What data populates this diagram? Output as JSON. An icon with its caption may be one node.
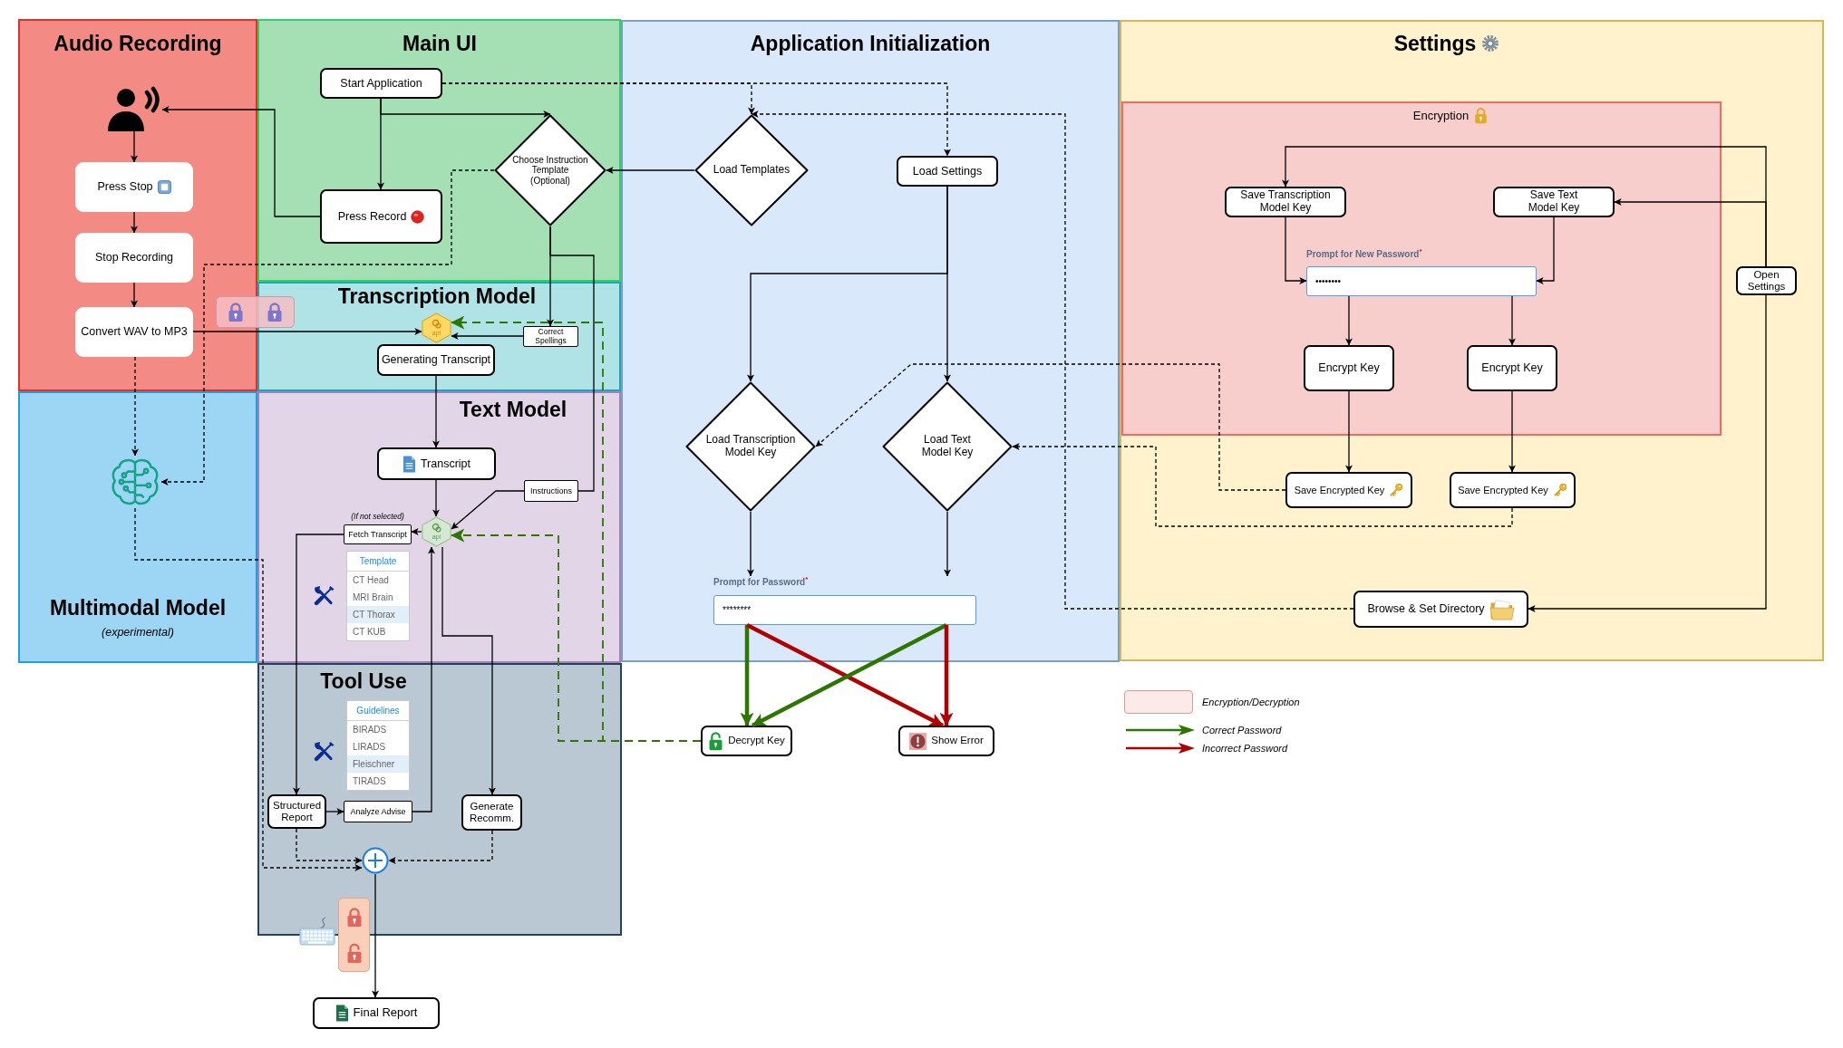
{
  "diagram": {
    "nodes": [
      {
        "text": [
          "Audio Recording"
        ]
      },
      {
        "text": [],
        "shape": "person",
        "in": 0
      },
      {
        "text": [
          "Press Stop"
        ],
        "in": 0
      },
      {
        "text": [
          "Stop Recording"
        ],
        "in": 0
      },
      {
        "text": [
          "Convert WAV to MP3"
        ],
        "in": 0
      },
      {
        "text": [
          "Main UI"
        ]
      },
      {
        "text": [
          "Start Application"
        ],
        "in": 5
      },
      {
        "text": [
          "Press Record"
        ],
        "in": 5
      },
      {
        "text": [
          "Choose Instruction Template (Optional)"
        ],
        "in": 5
      },
      {
        "text": [
          "Transcription Model"
        ]
      },
      {
        "text": [
          "api"
        ],
        "in": 9
      },
      {
        "text": [
          "Correct Spellings"
        ],
        "in": 9
      },
      {
        "text": [
          "Generating Transcript"
        ],
        "in": 9
      },
      {
        "text": [
          "Multimodal Model",
          "(experimental)"
        ]
      },
      {
        "text": [],
        "shape": "picture",
        "in": 13
      },
      {
        "text": [
          "Text Model"
        ]
      },
      {
        "text": [
          "Transcript"
        ],
        "in": 15
      },
      {
        "text": [
          "Instructions"
        ],
        "in": 15
      },
      {
        "text": [
          "Fetch Transcript"
        ],
        "beside": [
          "(If not selected)"
        ],
        "in": 15
      },
      {
        "text": [
          "api"
        ],
        "in": 15
      },
      {
        "text": [
          "Template",
          "CT Head",
          "MRI Brain",
          "CT Thorax",
          "CT KUB"
        ],
        "in": 15
      },
      {
        "text": [
          "Tool Use"
        ]
      },
      {
        "text": [
          "Guidelines",
          "BIRADS",
          "LIRADS",
          "Fleischner",
          "TIRADS"
        ],
        "in": 21
      },
      {
        "text": [
          "Structured Report"
        ],
        "in": 21
      },
      {
        "text": [
          "Analyze Advise"
        ],
        "in": 21
      },
      {
        "text": [
          "Generate Recomm."
        ],
        "in": 21
      },
      {
        "text": [],
        "shape": "circle",
        "in": 21
      },
      {
        "text": [
          "Final Report"
        ]
      },
      {
        "text": [
          "Application Initialization"
        ]
      },
      {
        "text": [
          "Load Templates"
        ],
        "in": 28
      },
      {
        "text": [
          "Load Settings"
        ],
        "in": 28
      },
      {
        "text": [
          "Load Transcription Model Key"
        ],
        "in": 28
      },
      {
        "text": [
          "Load Text Model Key"
        ],
        "in": 28
      },
      {
        "text": [
          "Prompt for Password$^{*}$",
          "********"
        ],
        "in": 28
      },
      {
        "text": [
          "Decrypt Key"
        ]
      },
      {
        "text": [
          "Show Error"
        ]
      },
      {
        "text": [
          "Settings"
        ]
      },
      {
        "text": [
          "Encryption"
        ],
        "in": 36
      },
      {
        "text": [
          "Save Transcription Model Key"
        ],
        "in": 37
      },
      {
        "text": [
          "Save Text Model Key"
        ],
        "in": 37
      },
      {
        "text": [
          "Prompt for New Password$^{*}$",
          "••••••••"
        ],
        "in": 37
      },
      {
        "text": [
          "Encrypt Key"
        ],
        "in": 37
      },
      {
        "text": [
          "Encrypt Key"
        ],
        "in": 37
      },
      {
        "text": [
          "Open Settings"
        ],
        "in": 36
      },
      {
        "text": [
          "Save Encrypted Key"
        ],
        "in": 36
      },
      {
        "text": [
          "Save Encrypted Key"
        ],
        "in": 36
      },
      {
        "text": [
          "Browse & Set Directory"
        ],
        "in": 36
      }
    ],
    "edges": [
      {
        "from": 6,
        "to": 7,
        "arrow": "to"
      },
      {
        "from": 6,
        "to": 8,
        "arrow": "to"
      },
      {
        "from": 6,
        "to": 29,
        "arrow": "to",
        "style": "dashed"
      },
      {
        "from": 6,
        "to": 30,
        "arrow": "to",
        "style": "dashed"
      },
      {
        "from": 7,
        "to": 1,
        "arrow": "to"
      },
      {
        "from": 1,
        "to": 2,
        "arrow": "to"
      },
      {
        "from": 2,
        "to": 3,
        "arrow": "to"
      },
      {
        "from": 3,
        "to": 4,
        "arrow": "to"
      },
      {
        "from": 4,
        "to": 10,
        "arrow": "to"
      },
      {
        "from": 11,
        "to": 10,
        "arrow": "to"
      },
      {
        "from": 8,
        "to": 11,
        "arrow": "to"
      },
      {
        "from": 8,
        "to": 17,
        "arrow": "none"
      },
      {
        "from": 8,
        "to": 14,
        "arrow": "to",
        "style": "dashed"
      },
      {
        "from": 4,
        "to": 14,
        "arrow": "to",
        "style": "dashed"
      },
      {
        "from": 14,
        "to": 26,
        "arrow": "to",
        "style": "dashed"
      },
      {
        "from": 12,
        "to": 16,
        "arrow": "to"
      },
      {
        "from": 16,
        "to": 19,
        "arrow": "to"
      },
      {
        "from": 17,
        "to": 19,
        "arrow": "to"
      },
      {
        "from": 19,
        "to": 18,
        "arrow": "to"
      },
      {
        "from": 18,
        "to": 23,
        "arrow": "to"
      },
      {
        "from": 23,
        "to": 24,
        "arrow": "to"
      },
      {
        "from": 24,
        "to": 19,
        "arrow": "to"
      },
      {
        "from": 19,
        "to": 25,
        "arrow": "to"
      },
      {
        "from": 23,
        "to": 26,
        "arrow": "to",
        "style": "dashed"
      },
      {
        "from": 25,
        "to": 26,
        "arrow": "to",
        "style": "dashed"
      },
      {
        "from": 26,
        "to": 27,
        "arrow": "to"
      },
      {
        "from": 34,
        "to": 10,
        "arrow": "to",
        "style": "dashed",
        "color": "#2d7600"
      },
      {
        "from": 34,
        "to": 19,
        "arrow": "to",
        "style": "dashed",
        "color": "#2d7600"
      },
      {
        "from": 29,
        "to": 8,
        "arrow": "to"
      },
      {
        "from": 30,
        "to": 31,
        "arrow": "to"
      },
      {
        "from": 30,
        "to": 32,
        "arrow": "to"
      },
      {
        "from": 31,
        "to": 33,
        "arrow": "to"
      },
      {
        "from": 32,
        "to": 33,
        "arrow": "to"
      },
      {
        "from": 33,
        "to": 34,
        "arrow": "to",
        "style": "thick",
        "color": "#2d7600"
      },
      {
        "from": 33,
        "to": 35,
        "arrow": "to",
        "style": "thick",
        "color": "#b20000"
      },
      {
        "from": 33,
        "to": 34,
        "arrow": "to",
        "style": "thick",
        "color": "#2d7600"
      },
      {
        "from": 33,
        "to": 35,
        "arrow": "to",
        "style": "thick",
        "color": "#b20000"
      },
      {
        "from": 43,
        "to": 38,
        "arrow": "to"
      },
      {
        "from": 43,
        "to": 39,
        "arrow": "to"
      },
      {
        "from": 43,
        "to": 46,
        "arrow": "to"
      },
      {
        "from": 38,
        "to": 40,
        "arrow": "to"
      },
      {
        "from": 39,
        "to": 40,
        "arrow": "to"
      },
      {
        "from": 40,
        "to": 41,
        "arrow": "to"
      },
      {
        "from": 40,
        "to": 42,
        "arrow": "to"
      },
      {
        "from": 41,
        "to": 44,
        "arrow": "to"
      },
      {
        "from": 42,
        "to": 45,
        "arrow": "to"
      },
      {
        "from": 44,
        "to": 31,
        "arrow": "to",
        "style": "dashed"
      },
      {
        "from": 45,
        "to": 32,
        "arrow": "to",
        "style": "dashed"
      },
      {
        "from": 46,
        "to": 29,
        "arrow": "to",
        "style": "dashed"
      }
    ],
    "legend": [
      {
        "text": "Encryption/Decryption",
        "color": "#fbeae8"
      },
      {
        "text": "Correct Password"
      },
      {
        "text": "Incorrect Password"
      }
    ]
  }
}
